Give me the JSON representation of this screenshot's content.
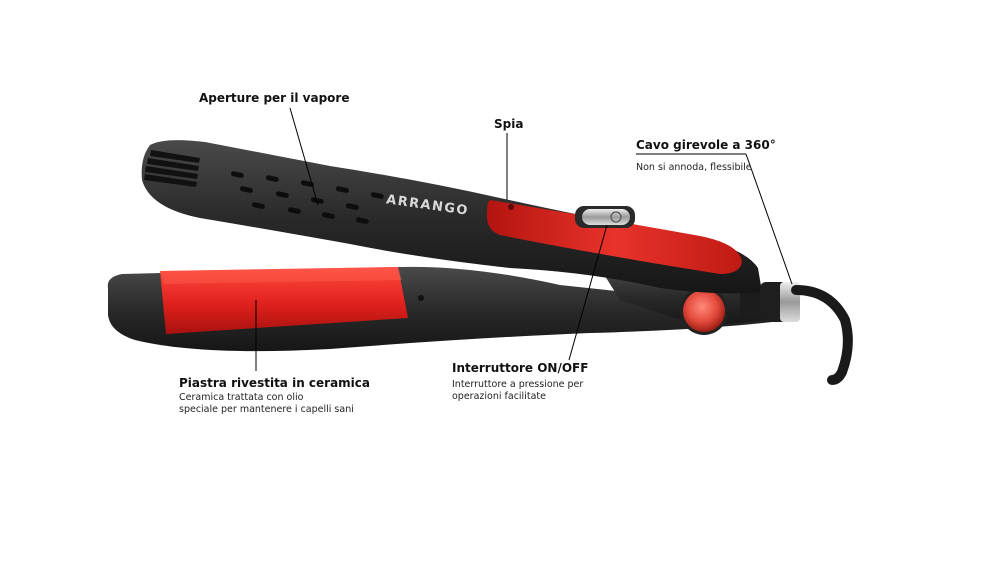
{
  "brand": "ARRANGO",
  "callouts": {
    "steam_vents": {
      "title": "Aperture per il vapore"
    },
    "indicator_light": {
      "title": "Spia"
    },
    "swivel_cord": {
      "title": "Cavo girevole a 360°",
      "description": "Non si annoda, flessibile"
    },
    "on_off_switch": {
      "title": "Interruttore ON/OFF",
      "description_lines": [
        "Interruttore a pressione per",
        "operazioni facilitate"
      ]
    },
    "ceramic_plate": {
      "title": "Piastra rivestita in ceramica",
      "description_lines": [
        "Ceramica trattata con olio",
        "speciale per mantenere i capelli sani"
      ]
    }
  },
  "colors": {
    "body": "#2b2b2b",
    "plate_red": "#e0211d",
    "accent_red": "#c81d1a",
    "background": "#ffffff"
  }
}
